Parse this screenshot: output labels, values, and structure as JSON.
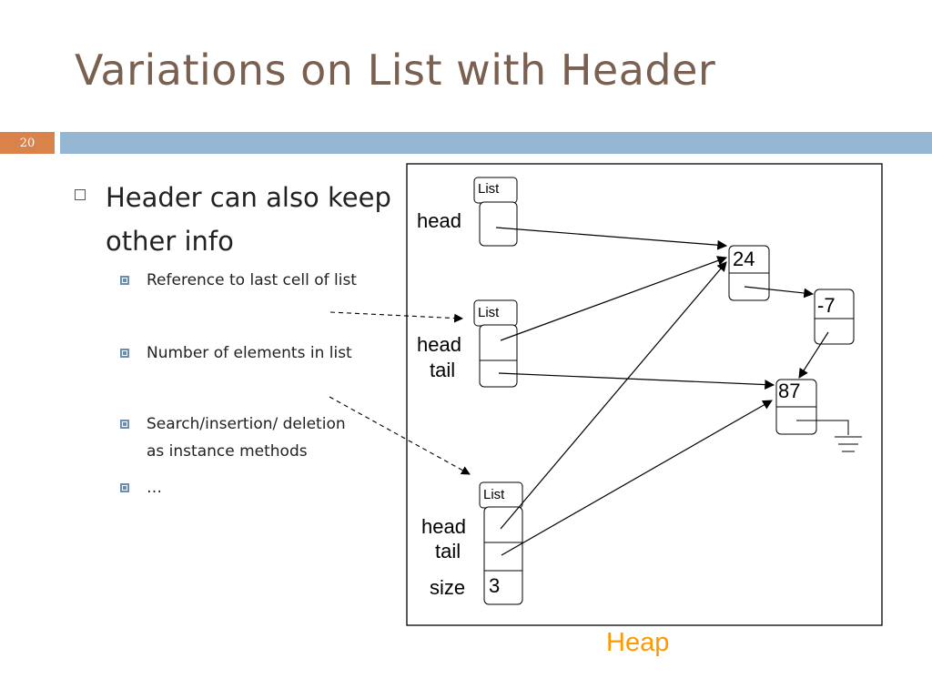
{
  "slide": {
    "title": "Variations on List with Header",
    "number": "20"
  },
  "bullets": {
    "main": "Header can also keep other info",
    "sub": [
      "Reference to last cell of list",
      "Number of elements in list",
      "Search/insertion/ deletion",
      "as instance methods",
      "…"
    ]
  },
  "diagram": {
    "list_label": "List",
    "field_head": "head",
    "field_tail": "tail",
    "field_size": "size",
    "size_value": "3",
    "node_values": [
      "24",
      "-7",
      "87"
    ],
    "heap_label": "Heap"
  },
  "colors": {
    "title": "#7a6050",
    "bar": "#95b7d3",
    "number_badge": "#d9824a",
    "heap_label": "#ff9900",
    "bullet_square": "#6b8fb3"
  }
}
